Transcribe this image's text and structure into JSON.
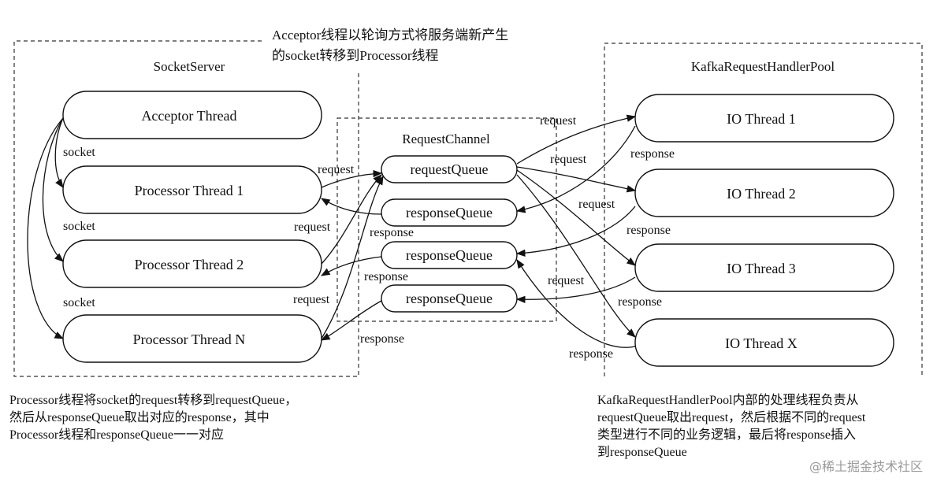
{
  "top_note": {
    "line1": "Acceptor线程以轮询方式将服务端新产生",
    "line2": "的socket转移到Processor线程"
  },
  "groups": {
    "socket_server": "SocketServer",
    "request_channel": "RequestChannel",
    "handler_pool": "KafkaRequestHandlerPool"
  },
  "nodes": {
    "acceptor": "Acceptor Thread",
    "processor1": "Processor Thread 1",
    "processor2": "Processor Thread 2",
    "processorN": "Processor Thread N",
    "request_queue": "requestQueue",
    "response_queue1": "responseQueue",
    "response_queue2": "responseQueue",
    "response_queue3": "responseQueue",
    "io1": "IO Thread 1",
    "io2": "IO Thread 2",
    "io3": "IO Thread 3",
    "ioX": "IO Thread X"
  },
  "edge_labels": {
    "socket1": "socket",
    "socket2": "socket",
    "socket3": "socket",
    "p1_request": "request",
    "p2_request": "request",
    "pN_request": "request",
    "rq1_response": "response",
    "rq2_response": "response",
    "rq3_response": "response",
    "io1_request": "request",
    "io2_request": "request",
    "io3_request": "request",
    "ioX_request": "request",
    "io1_response": "response",
    "io2_response": "response",
    "io3_response": "response",
    "ioX_response": "response"
  },
  "bottom_left_note": "Processor线程将socket的request转移到requestQueue，\n然后从responseQueue取出对应的response，其中\nProcessor线程和responseQueue一一对应",
  "bottom_right_note": "KafkaRequestHandlerPool内部的处理线程负责从\nrequestQueue取出request，然后根据不同的request\n类型进行不同的业务逻辑，最后将response插入\n到responseQueue",
  "watermark": "@稀土掘金技术社区"
}
